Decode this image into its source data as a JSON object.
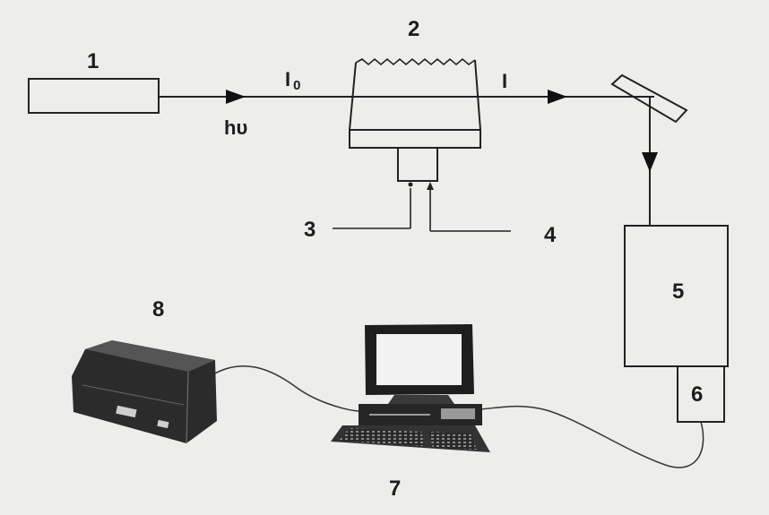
{
  "labels": {
    "source": "1",
    "cell": "2",
    "inlet": "3",
    "outlet": "4",
    "monochromator": "5",
    "detector": "6",
    "computer": "7",
    "printer": "8"
  },
  "symbols": {
    "photon_h": "h",
    "photon_nu": "υ",
    "incident_I": "I",
    "incident_sub": "0",
    "transmitted": "I"
  }
}
